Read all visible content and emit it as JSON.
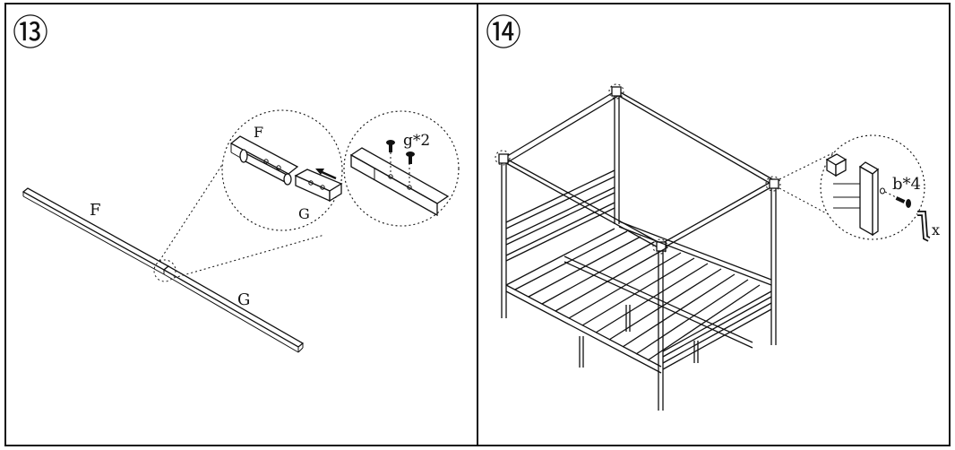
{
  "panels": [
    {
      "step": "⑬",
      "labels": {
        "part_f_main": "F",
        "part_g_main": "G",
        "part_f_zoom": "F",
        "part_g_zoom": "G",
        "screw_count": "g*2"
      },
      "icons": [
        "arrow-left-icon",
        "screw-icon"
      ]
    },
    {
      "step": "⑭",
      "labels": {
        "screw_count": "b*4",
        "tool": "x"
      },
      "icons": [
        "screw-icon",
        "allen-key-icon"
      ]
    }
  ]
}
